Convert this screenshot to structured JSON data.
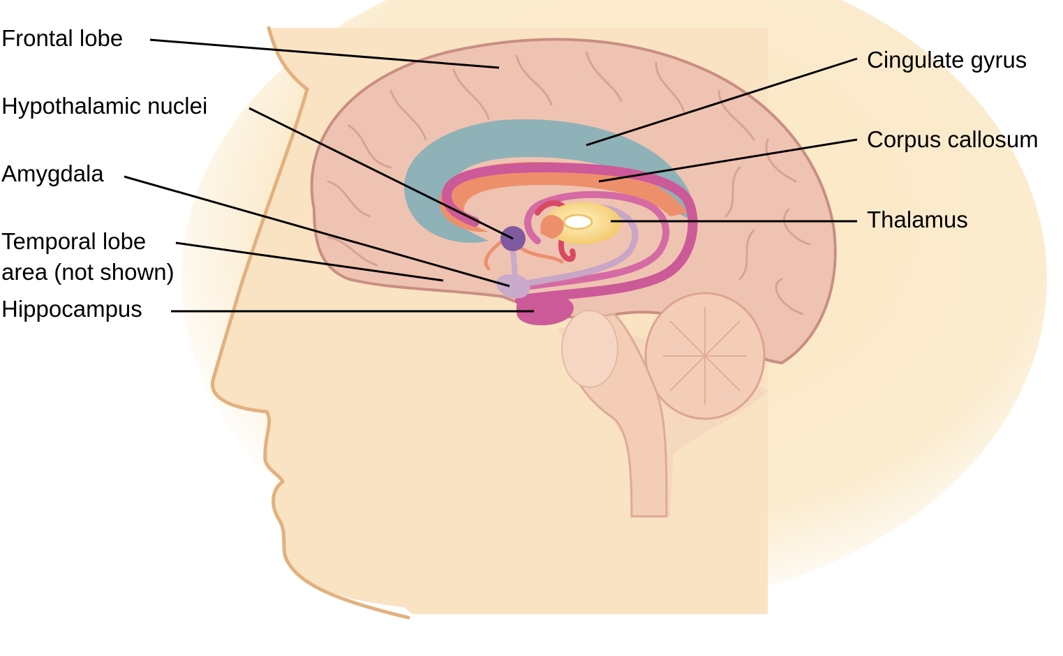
{
  "labels": {
    "frontal_lobe": "Frontal lobe",
    "hypothalamic_nuclei": "Hypothalamic nuclei",
    "amygdala": "Amygdala",
    "temporal_lobe_line1": "Temporal lobe",
    "temporal_lobe_line2": "area (not shown)",
    "hippocampus": "Hippocampus",
    "cingulate_gyrus": "Cingulate gyrus",
    "corpus_callosum": "Corpus callosum",
    "thalamus": "Thalamus"
  },
  "colors": {
    "background": "#ffffff",
    "head_glow": "#fbe8c6",
    "skin": "#f9e4c6",
    "skin_outline": "#e2b17e",
    "brain": "#eec4b4",
    "brain_outline": "#c98e82",
    "cingulate_gyrus": "#8fb1b8",
    "corpus_callosum": "#ee8f6c",
    "limbic_arc": "#cc5a98",
    "fornix": "#c7a6c6",
    "thalamus": "#f6cf76",
    "hypothalamic_nucleus": "#7f5aa0",
    "cerebellum": "#f1c8b3",
    "brainstem": "#f2c9b2"
  }
}
